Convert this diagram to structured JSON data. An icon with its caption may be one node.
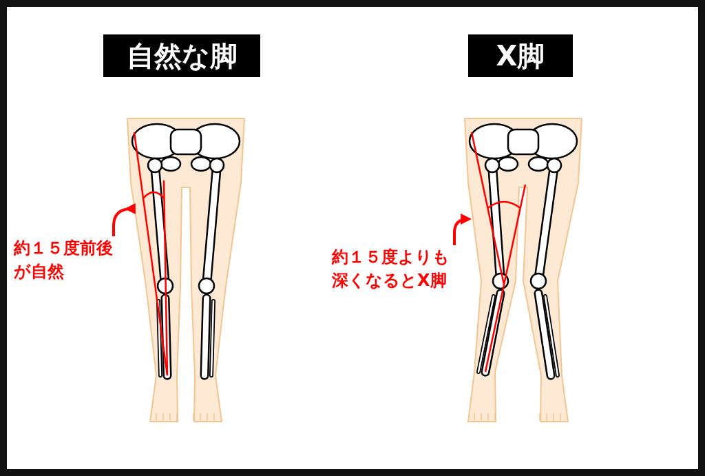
{
  "diagram": {
    "nodes": [
      {
        "text": [
          "自然な脚"
        ]
      },
      {
        "text": [
          "X脚"
        ]
      },
      {
        "text": [],
        "shape": "picture"
      },
      {
        "text": [
          "約１５度前後が自然"
        ]
      },
      {
        "text": [],
        "shape": "picture"
      },
      {
        "text": [
          "約１５度よりも深くなるとX脚"
        ]
      }
    ],
    "edges": [
      {
        "from": 3,
        "to": 2,
        "arrow": "to"
      },
      {
        "from": 5,
        "to": 4,
        "arrow": "to"
      }
    ]
  }
}
